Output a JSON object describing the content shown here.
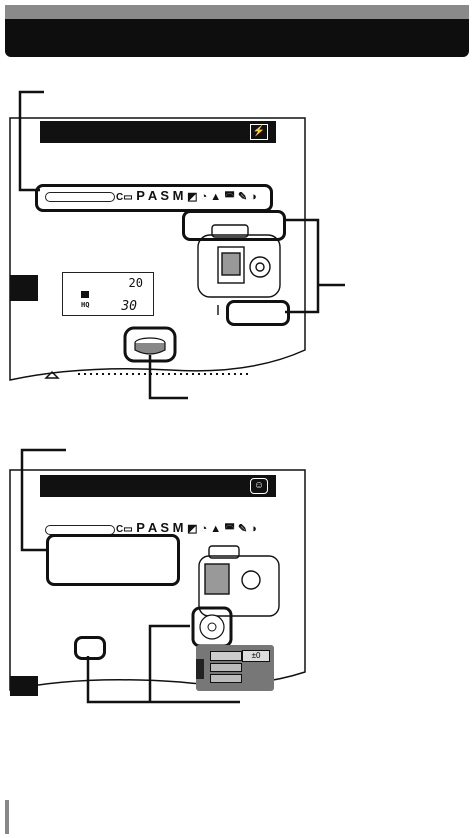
{
  "section1": {
    "mode_strip": {
      "prefix": "C▭",
      "letters": "P A S M",
      "icons": "◩ ◔ ▲ ◚ ✎ ◑"
    },
    "lcd": {
      "top": "20",
      "left_label": "HQ",
      "count": "30"
    }
  },
  "section2": {
    "mode_strip": {
      "prefix": "C▭",
      "letters": "P A S M",
      "icons": "◩ ◔ ▲ ◚ ✎ ◑"
    },
    "menu_value": "±0"
  }
}
